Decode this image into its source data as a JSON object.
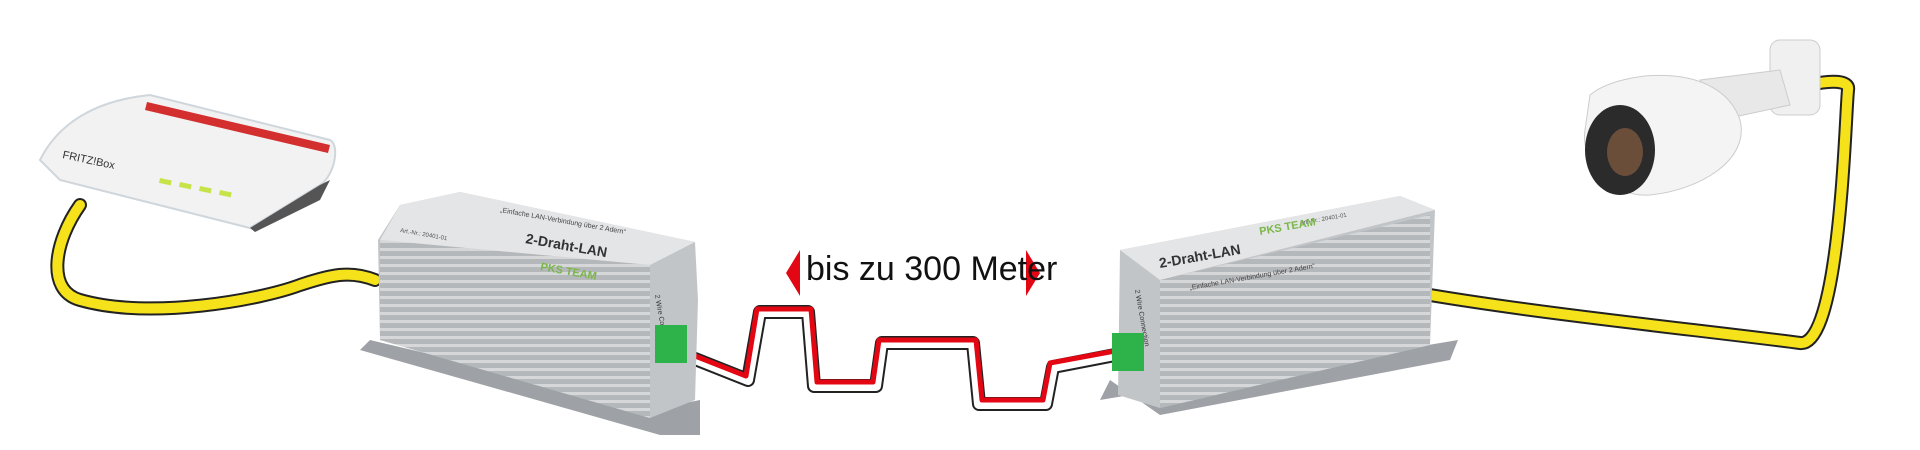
{
  "distance_label": "bis zu 300 Meter",
  "router": {
    "brand": "FRITZ!Box"
  },
  "adapter_left": {
    "title": "2-Draht-LAN",
    "tagline": "„Einfache LAN-Verbindung über 2 Adern“",
    "article_no": "Art.-Nr.: 20401-01",
    "logo": "PKS TEAM",
    "connector_label": "2 Wire Connection"
  },
  "adapter_right": {
    "title": "2-Draht-LAN",
    "tagline": "„Einfache LAN-Verbindung über 2 Adern“",
    "article_no": "Art.-Nr.: 20401-01",
    "logo": "PKS TEAM",
    "connector_label": "2 Wire Connection"
  },
  "colors": {
    "lan_cable": "#f5e21b",
    "wire_red": "#e30613",
    "arrow": "#e30613",
    "housing": "#b9bcbf",
    "terminal": "#2db34a"
  }
}
